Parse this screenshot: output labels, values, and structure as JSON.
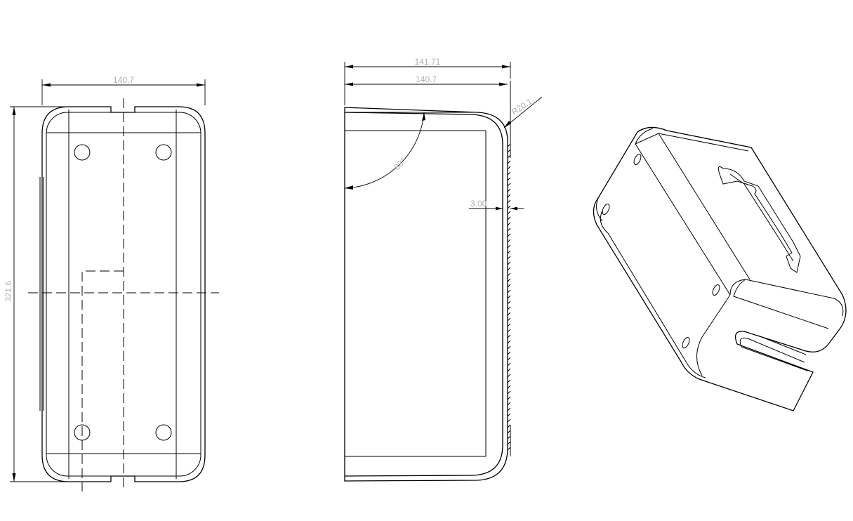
{
  "front_view": {
    "width_dim": "140.7",
    "height_dim": "321.6"
  },
  "side_view": {
    "outer_width_dim": "141.71",
    "inner_width_dim": "140.7",
    "radius_dim": "R20.1",
    "angle_dim": "88°",
    "thickness_dim": "3.00"
  },
  "colors": {
    "line": "#000000",
    "dimension_text": "#b0b0b0",
    "background": "#ffffff"
  }
}
